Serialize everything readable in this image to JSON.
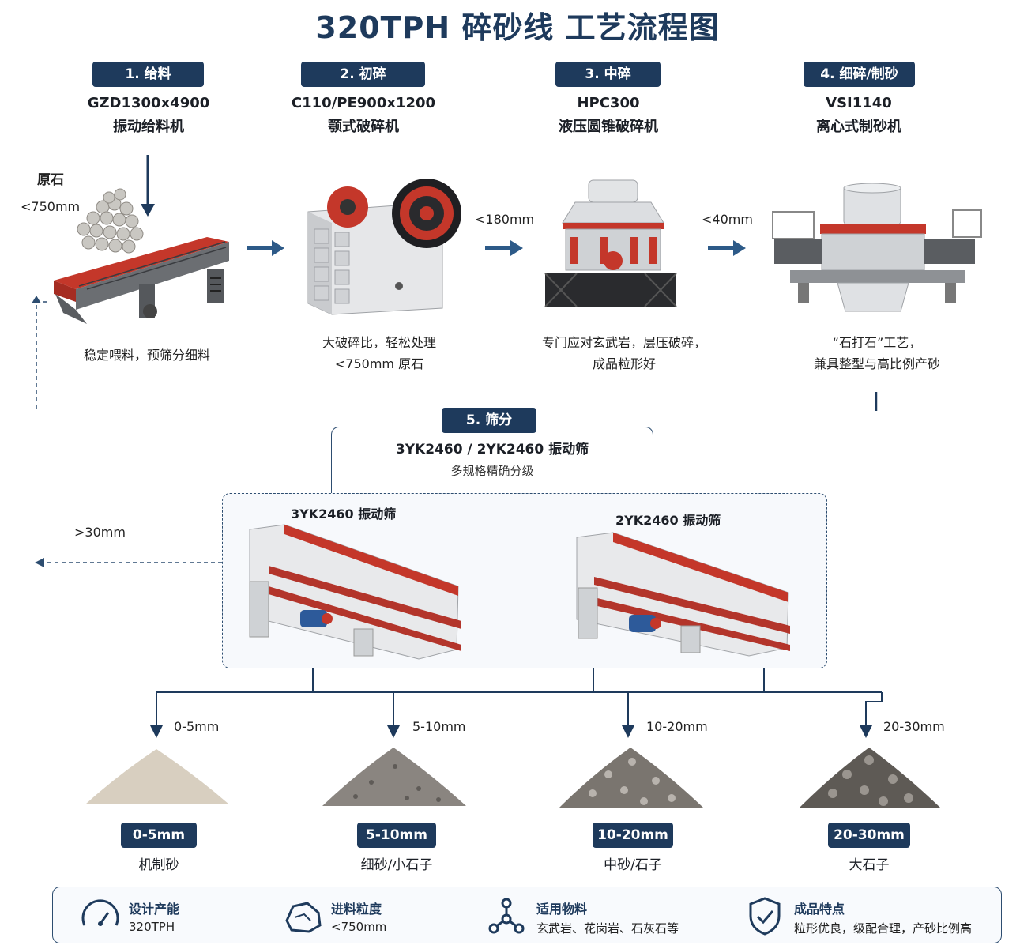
{
  "title": "320TPH 碎砂线 工艺流程图",
  "steps": [
    {
      "badge": "1. 给料",
      "model": "GZD1300x4900",
      "name": "振动给料机",
      "desc_lines": [
        "稳定喂料，预筛分细料"
      ]
    },
    {
      "badge": "2. 初碎",
      "model": "C110/PE900x1200",
      "name": "颚式破碎机",
      "desc_lines": [
        "大破碎比，轻松处理",
        "<750mm 原石"
      ]
    },
    {
      "badge": "3. 中碎",
      "model": "HPC300",
      "name": "液压圆锥破碎机",
      "desc_lines": [
        "专门应对玄武岩，层压破碎，",
        "成品粒形好"
      ]
    },
    {
      "badge": "4. 细碎/制砂",
      "model": "VSI1140",
      "name": "离心式制砂机",
      "desc_lines": [
        "“石打石”工艺，",
        "兼具整型与高比例产砂"
      ]
    }
  ],
  "raw_material": {
    "label": "原石",
    "size": "<750mm"
  },
  "flow_sizes": {
    "after_primary": "<180mm",
    "after_secondary": "<40mm",
    "return": ">30mm"
  },
  "screening": {
    "badge": "5. 筛分",
    "model": "3YK2460 / 2YK2460 振动筛",
    "desc": "多规格精确分级",
    "screens": [
      "3YK2460 振动筛",
      "2YK2460 振动筛"
    ]
  },
  "products": [
    {
      "size_small": "0-5mm",
      "badge": "0-5mm",
      "name": "机制砂",
      "color": "#d8cfc0"
    },
    {
      "size_small": "5-10mm",
      "badge": "5-10mm",
      "name": "细砂/小石子",
      "color": "#8a8580"
    },
    {
      "size_small": "10-20mm",
      "badge": "10-20mm",
      "name": "中砂/石子",
      "color": "#77726c"
    },
    {
      "size_small": "20-30mm",
      "badge": "20-30mm",
      "name": "大石子",
      "color": "#5e5a55"
    }
  ],
  "footer": [
    {
      "icon": "gauge-icon",
      "title": "设计产能",
      "value": "320TPH"
    },
    {
      "icon": "rock-icon",
      "title": "进料粒度",
      "value": "<750mm"
    },
    {
      "icon": "molecule-icon",
      "title": "适用物料",
      "value": "玄武岩、花岗岩、石灰石等"
    },
    {
      "icon": "shield-check-icon",
      "title": "成品特点",
      "value": "粒形优良，级配合理，产砂比例高"
    }
  ],
  "colors": {
    "navy": "#1e3a5c",
    "accent_red": "#c4372a",
    "machine_grey": "#d9dcdf"
  }
}
